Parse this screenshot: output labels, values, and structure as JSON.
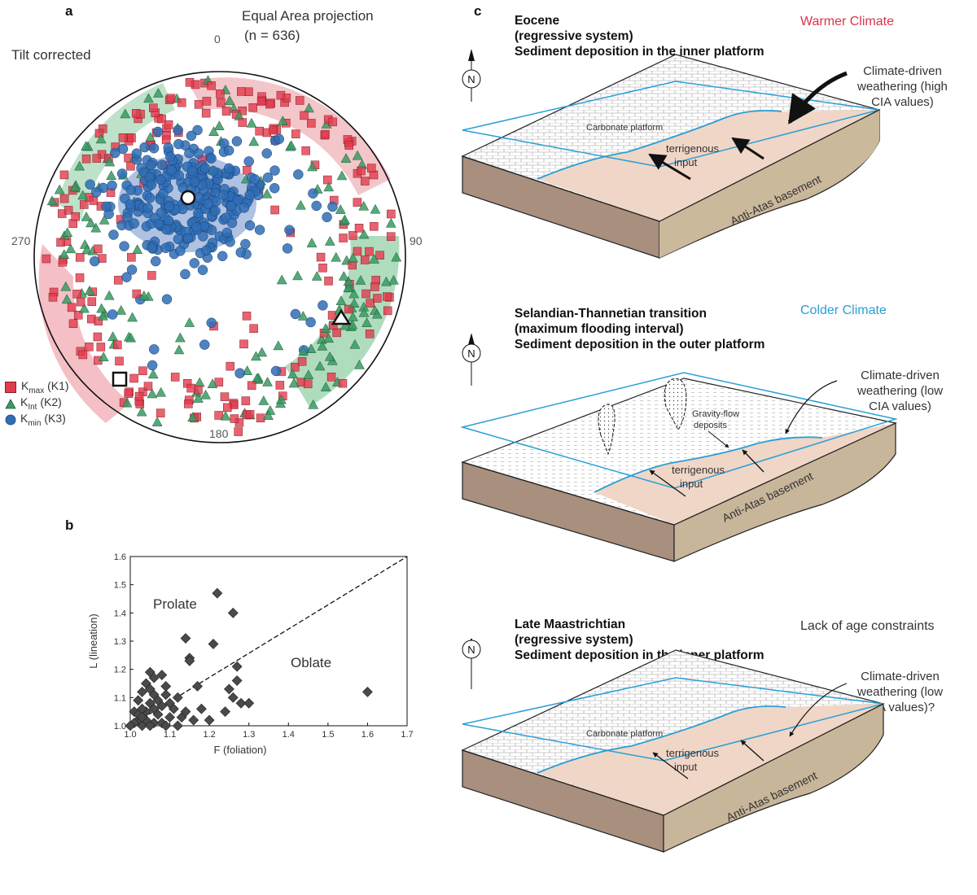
{
  "panel_a": {
    "letter": "a",
    "title": "Equal Area projection",
    "n_label": "(n = 636)",
    "tilt_label": "Tilt corrected",
    "dir_n": "0",
    "dir_e": "90",
    "dir_s": "180",
    "dir_w": "270",
    "legend": [
      {
        "sym": "square",
        "main": "K",
        "sub": "max",
        "suffix": " (K1)",
        "color": "#e23b4c"
      },
      {
        "sym": "triangle",
        "main": "K",
        "sub": "Int",
        "suffix": " (K2)",
        "color": "#3a9a63"
      },
      {
        "sym": "circle",
        "main": "K",
        "sub": "min",
        "suffix": " (K3)",
        "color": "#2f6db5"
      }
    ]
  },
  "panel_b": {
    "letter": "b",
    "chart_data": {
      "type": "scatter",
      "xlabel": "F (foliation)",
      "ylabel": "L (lineation)",
      "xlim": [
        1.0,
        1.7
      ],
      "ylim": [
        1.0,
        1.6
      ],
      "xticks": [
        "1.0",
        "1.1",
        "1.2",
        "1.3",
        "1.4",
        "1.5",
        "1.6",
        "1.7"
      ],
      "yticks": [
        "1.0",
        "1.1",
        "1.2",
        "1.3",
        "1.4",
        "1.5",
        "1.6"
      ],
      "annotations": [
        "Prolate",
        "Oblate"
      ],
      "reference_line": [
        [
          1.0,
          1.0
        ],
        [
          1.7,
          1.6
        ]
      ],
      "points": [
        [
          1.22,
          1.47
        ],
        [
          1.26,
          1.4
        ],
        [
          1.14,
          1.31
        ],
        [
          1.21,
          1.29
        ],
        [
          1.15,
          1.24
        ],
        [
          1.15,
          1.23
        ],
        [
          1.27,
          1.21
        ],
        [
          1.05,
          1.19
        ],
        [
          1.08,
          1.18
        ],
        [
          1.06,
          1.17
        ],
        [
          1.27,
          1.16
        ],
        [
          1.04,
          1.15
        ],
        [
          1.09,
          1.14
        ],
        [
          1.17,
          1.14
        ],
        [
          1.25,
          1.13
        ],
        [
          1.6,
          1.12
        ],
        [
          1.03,
          1.12
        ],
        [
          1.06,
          1.11
        ],
        [
          1.12,
          1.1
        ],
        [
          1.26,
          1.1
        ],
        [
          1.28,
          1.08
        ],
        [
          1.3,
          1.08
        ],
        [
          1.02,
          1.09
        ],
        [
          1.05,
          1.08
        ],
        [
          1.08,
          1.07
        ],
        [
          1.11,
          1.06
        ],
        [
          1.18,
          1.06
        ],
        [
          1.24,
          1.05
        ],
        [
          1.01,
          1.05
        ],
        [
          1.04,
          1.05
        ],
        [
          1.07,
          1.04
        ],
        [
          1.1,
          1.03
        ],
        [
          1.13,
          1.03
        ],
        [
          1.16,
          1.02
        ],
        [
          1.2,
          1.02
        ],
        [
          1.02,
          1.02
        ],
        [
          1.04,
          1.02
        ],
        [
          1.06,
          1.01
        ],
        [
          1.08,
          1.01
        ],
        [
          1.01,
          1.01
        ],
        [
          1.03,
          1.0
        ],
        [
          1.05,
          1.0
        ],
        [
          1.09,
          1.0
        ],
        [
          1.12,
          1.0
        ],
        [
          1.0,
          1.0
        ],
        [
          1.02,
          1.04
        ],
        [
          1.03,
          1.06
        ],
        [
          1.07,
          1.09
        ],
        [
          1.09,
          1.11
        ],
        [
          1.05,
          1.13
        ],
        [
          1.1,
          1.08
        ],
        [
          1.14,
          1.05
        ],
        [
          1.03,
          1.03
        ],
        [
          1.06,
          1.06
        ]
      ]
    }
  },
  "panel_c": {
    "letter": "c",
    "blocks": [
      {
        "title1": "Eocene",
        "title2": "(regressive system)",
        "title3": "Sediment deposition in the inner platform",
        "climate": "Warmer Climate",
        "weathering1": "Climate-driven",
        "weathering2": "weathering (high",
        "weathering3": "CIA values)",
        "platform": "Carbonate platform",
        "input1": "terrigenous",
        "input2": "input",
        "basement": "Anti-Atas basement"
      },
      {
        "title1": "Selandian-Thannetian transition",
        "title2": "(maximum flooding interval)",
        "title3": "Sediment deposition in the outer platform",
        "climate": "Colder Climate",
        "weathering1": "Climate-driven",
        "weathering2": "weathering (low",
        "weathering3": "CIA values)",
        "gravity1": "Gravity-flow",
        "gravity2": "deposits",
        "input1": "terrigenous",
        "input2": "input",
        "basement": "Anti-Atas basement"
      },
      {
        "title1": "Late Maastrichtian",
        "title2": "(regressive system)",
        "title3": "Sediment deposition in the inner platform",
        "climate": "Lack of age constraints",
        "weathering1": "Climate-driven",
        "weathering2": "weathering (low",
        "weathering3": "CIA values)?",
        "platform": "Carbonate platform",
        "input1": "terrigenous",
        "input2": "input",
        "basement": "Anti-Atas basement"
      }
    ],
    "north": "N"
  }
}
